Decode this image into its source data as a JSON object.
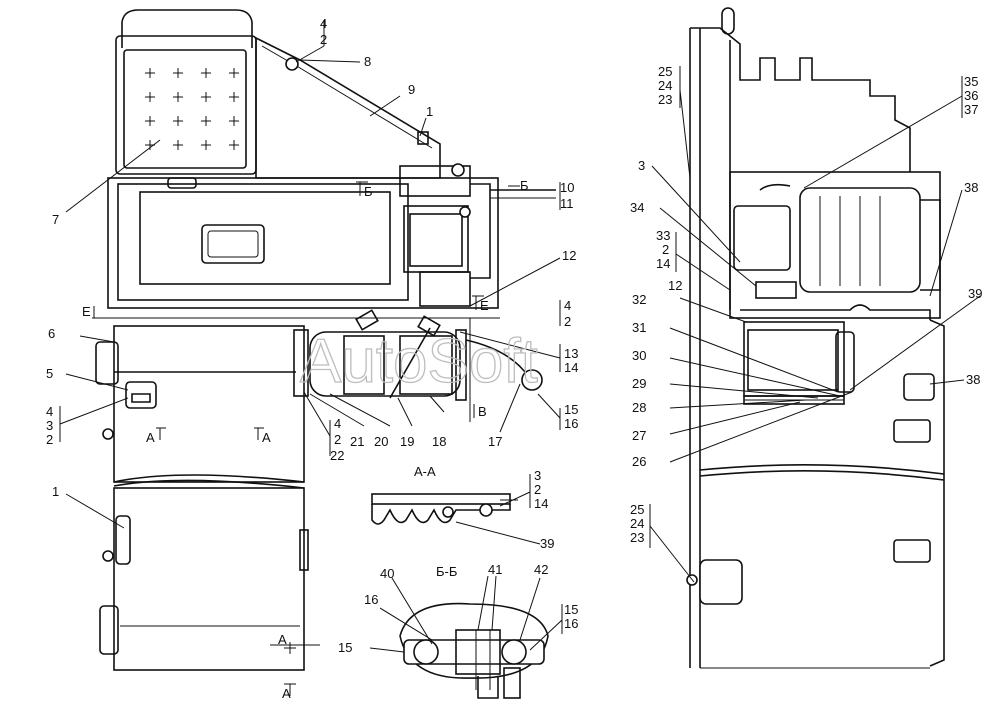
{
  "watermark": "AutoSoft",
  "section_titles": {
    "aa": "А-А",
    "bb": "Б-Б"
  },
  "markers": {
    "a1": "А",
    "a2": "А",
    "a3": "А",
    "a4": "А",
    "b1": "Б",
    "b2": "Б",
    "e1": "Е",
    "e2": "Е",
    "v1": "В"
  },
  "callouts": {
    "l1": "1",
    "l1b": "1",
    "l2": "2",
    "l3": "3",
    "l4": "4",
    "l5": "5",
    "l6": "6",
    "l7": "7",
    "l8": "8",
    "l9": "9",
    "l10": "10",
    "l11": "11",
    "l12": "12",
    "l13": "13",
    "l14": "14",
    "l15": "15",
    "l16": "16",
    "l17": "17",
    "l18": "18",
    "l19": "19",
    "l20": "20",
    "l21": "21",
    "l22": "22",
    "g42_a": "4",
    "g42_b": "2",
    "g432_a": "4",
    "g432_b": "3",
    "g432_c": "2",
    "g4222_a": "4",
    "g4222_b": "2",
    "g4222_c": "22",
    "g42e_a": "4",
    "g42e_b": "2",
    "g1011_a": "10",
    "g1011_b": "11",
    "g1314_a": "13",
    "g1314_b": "14",
    "g1516_a": "15",
    "g1516_b": "16",
    "g3214_a": "3",
    "g3214_b": "2",
    "g3214_c": "14",
    "l39a": "39",
    "l40": "40",
    "l41": "41",
    "l42": "42",
    "l16b": "16",
    "l15b": "15",
    "g1516b_a": "15",
    "g1516b_b": "16",
    "r25": "25",
    "r24": "24",
    "r23": "23",
    "r35": "35",
    "r36": "36",
    "r37": "37",
    "r3": "3",
    "r34": "34",
    "r33": "33",
    "r2": "2",
    "r14": "14",
    "r38": "38",
    "r12": "12",
    "r32": "32",
    "r39": "39",
    "r31": "31",
    "r30": "30",
    "r29": "29",
    "r28": "28",
    "r27": "27",
    "r26": "26",
    "r38b": "38",
    "r25b": "25",
    "r24b": "24",
    "r23b": "23"
  }
}
